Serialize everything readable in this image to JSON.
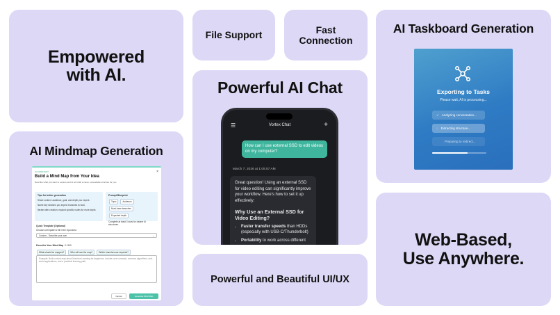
{
  "tiles": {
    "empowered": "Empowered\nwith AI.",
    "file_support": "File Support",
    "fast_connection": "Fast\nConnection",
    "taskboard_title": "AI Taskboard Generation",
    "chat_title": "Powerful AI Chat",
    "mindmap_title": "AI Mindmap Generation",
    "ui_ux": "Powerful and Beautiful UI/UX",
    "web_based": "Web-Based,\nUse Anywhere."
  },
  "taskboard": {
    "title": "Exporting to Tasks",
    "subtitle": "Please wait, AI is processing...",
    "steps": [
      {
        "label": "Analyzing conversation...",
        "status": "done"
      },
      {
        "label": "Extracting structure...",
        "status": "active"
      },
      {
        "label": "Preparing to redirect...",
        "status": "pending"
      }
    ],
    "progress": 0.65
  },
  "chat": {
    "app_title": "Vortex Chat",
    "user_message": "How can I use external SSD to edit videos on my computer?",
    "timestamp": "March 7, 2026 at 1:05:57 AM",
    "ai_intro": "Great question! Using an external SSD for video editing can significantly improve your workflow. Here's how to set it up effectively:",
    "ai_heading": "Why Use an External SSD for Video Editing?",
    "bullets": [
      {
        "bold": "Faster transfer speeds",
        "text": " than HDDs (especially with USB-C/Thunderbolt)"
      },
      {
        "bold": "Portability",
        "text": " to work across different computers"
      }
    ]
  },
  "mindmap": {
    "tag": "AI ASSISTANT",
    "title": "Build a Mind Map from Your Idea",
    "description": "Describe what you want to explore and AI will draft a clean, expandable structure for you.",
    "tips_title": "Tips for better generation",
    "tips": [
      "Share context: audience, goal, and depth you expect.",
      "Name key sections you expect branches to hold.",
      "Iterate after creation: expand specific nodes for more depth."
    ],
    "blueprint_title": "Prompt Blueprint",
    "blueprint_pills": [
      "Topic",
      "Audience",
      "Must-have branches",
      "Expected depth"
    ],
    "blueprint_note": "Complete at least 3 rows for clearer AI structures.",
    "template_label": "Quick Template (Optional)",
    "template_hint": "Choose a template to fill in the input area",
    "template_value": "Custom - Describe your own",
    "describe_label": "Describe Your Mind Map",
    "describe_count": "0 / 500",
    "chips": [
      "What should be mapped?",
      "Who will use the map?",
      "Which branches are required?"
    ],
    "placeholder": "Example: Build a mind map about Machine Learning for beginners. Include core concepts, common algorithms, real-world applications, and a practical learning path.",
    "cancel": "Cancel",
    "generate": "Generate Mind Map"
  }
}
